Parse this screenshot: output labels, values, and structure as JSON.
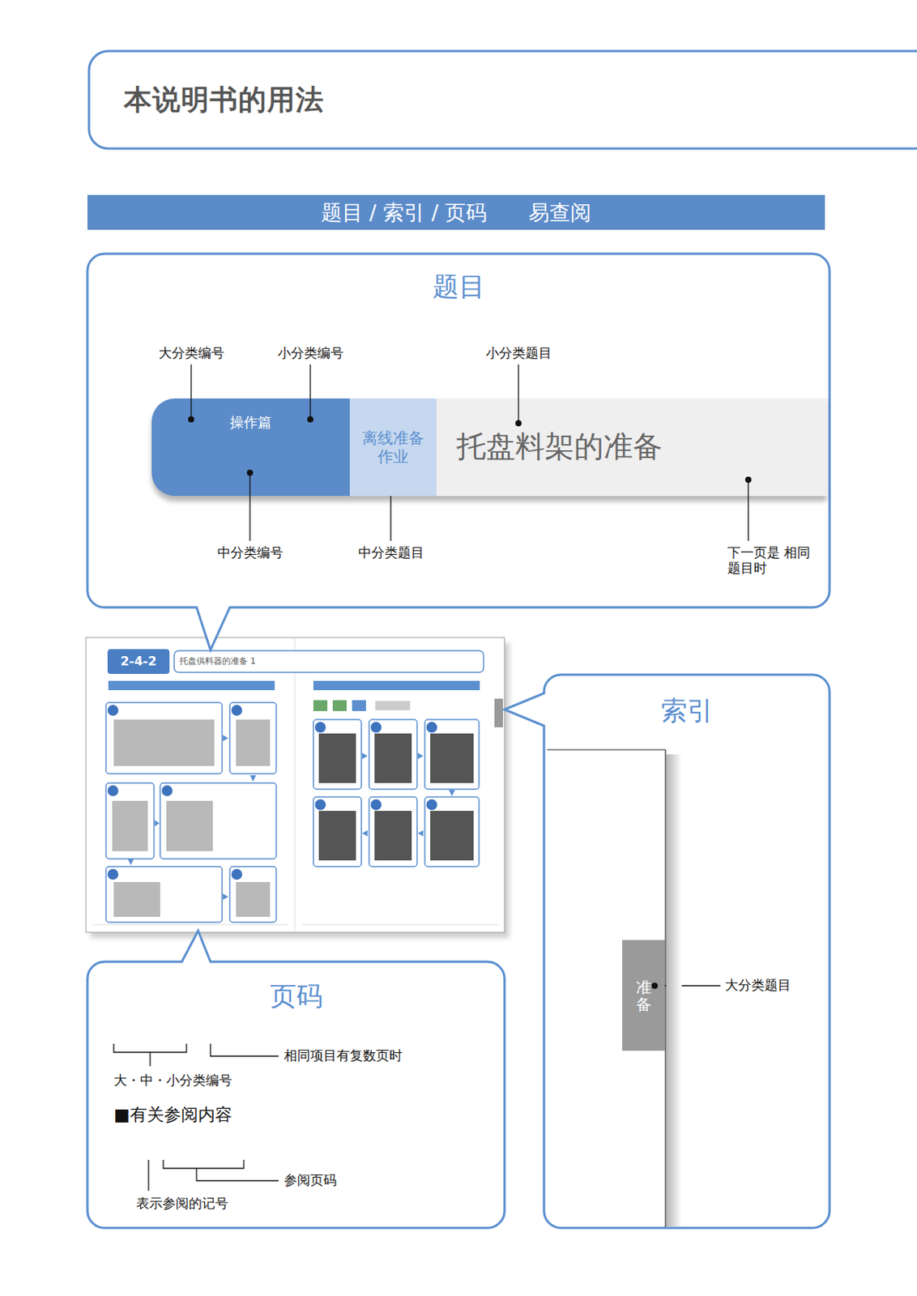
{
  "diagram": {
    "title": "本说明书的用法",
    "nodes": [
      {
        "text": [
          "题目 / 索引 / 页码　　易查阅"
        ]
      },
      {
        "text": [
          "题目"
        ]
      },
      {
        "text": [
          "操作篇"
        ],
        "in": 1
      },
      {
        "text": [
          "离线准备 作业"
        ],
        "in": 1
      },
      {
        "text": [
          "托盘料架的准备"
        ],
        "in": 1
      },
      {
        "text": [
          "索引"
        ]
      },
      {
        "text": [
          "准备"
        ],
        "in": 5
      },
      {
        "text": [
          "页码"
        ]
      }
    ],
    "labels": [
      "大分类编号",
      "小分类编号",
      "小分类题目",
      "中分类编号",
      "中分类题目",
      "下一页是 相同题目时",
      "2-4-2",
      "托盘供料器的准备 1",
      "大分类题目",
      "相同项目有复数页时",
      "大・中・小分类编号",
      "■有关参阅内容",
      "参阅页码",
      "表示参阅的记号"
    ]
  }
}
